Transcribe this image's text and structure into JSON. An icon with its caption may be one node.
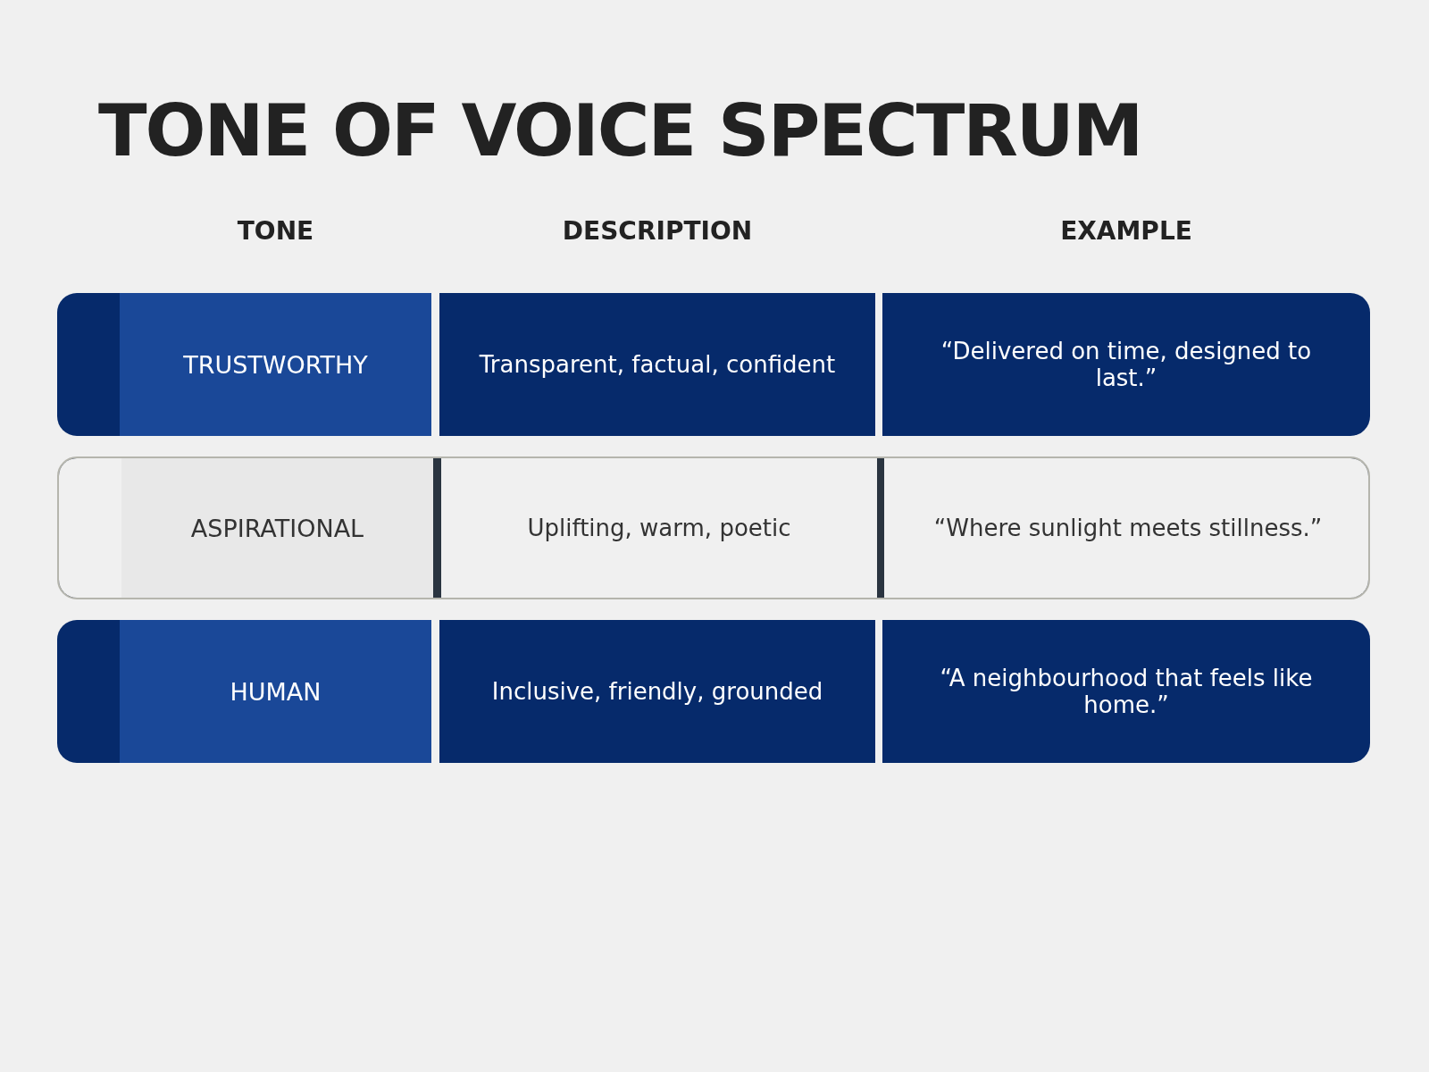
{
  "diagram": {
    "title": "TONE OF VOICE SPECTRUM",
    "labels": [
      "TONE",
      "DESCRIPTION",
      "EXAMPLE",
      "TRUSTWORTHY",
      "Transparent, factual, confident",
      "“Delivered on time, designed to last.”",
      "ASPIRATIONAL",
      "Uplifting, warm, poetic",
      "“Where sunlight meets stillness.”",
      "HUMAN",
      "Inclusive, friendly, grounded",
      "“A neighbourhood that feels like home.”"
    ]
  }
}
